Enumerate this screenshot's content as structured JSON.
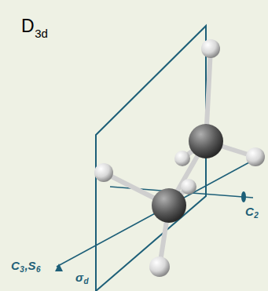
{
  "diagram": {
    "labels": [
      "D",
      "3d",
      "C",
      "3",
      ",S",
      "6",
      "C",
      "2",
      "σ",
      "d"
    ]
  }
}
